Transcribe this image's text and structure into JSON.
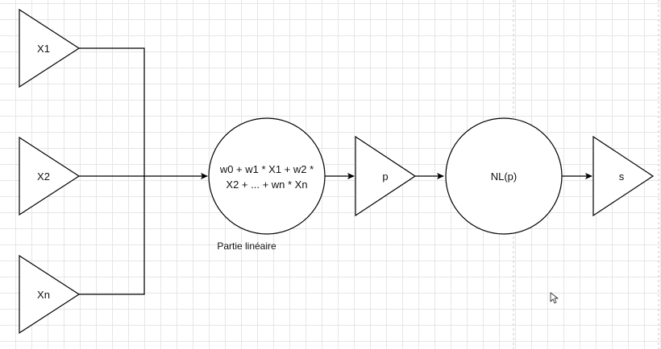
{
  "inputs": {
    "x1": "X1",
    "x2": "X2",
    "xn": "Xn"
  },
  "sum_node": {
    "line1": "w0 + w1 * X1 + w2 *",
    "line2": "X2 + ... + wn * Xn",
    "caption": "Partie linéaire"
  },
  "p_node": {
    "label": "p"
  },
  "nl_node": {
    "label": "NL(p)"
  },
  "output_node": {
    "label": "s"
  },
  "colors": {
    "stroke": "#000000",
    "fill": "#ffffff",
    "grid": "#e6e6e6",
    "page_border": "#c9c9c9"
  }
}
